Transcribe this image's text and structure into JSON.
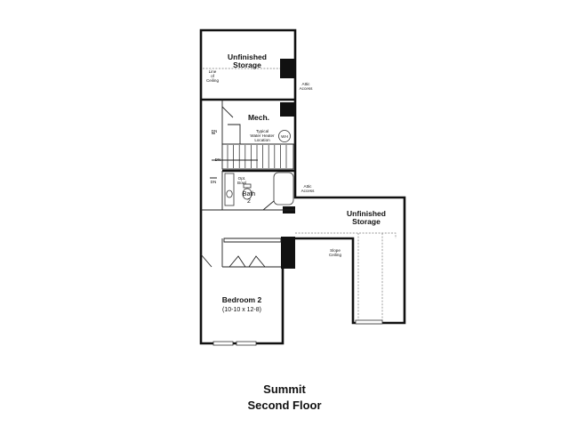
{
  "rooms": {
    "unfinished_storage_top": {
      "line1": "Unfinished",
      "line2": "Storage"
    },
    "line_of_ceiling": {
      "line1": "Line",
      "line2": "of",
      "line3": "Ceiling"
    },
    "attic_access_top": {
      "line1": "Attic",
      "line2": "Access"
    },
    "mech": "Mech.",
    "water_heater": {
      "line1": "Typical",
      "line2": "Water Heater",
      "line3": "Location",
      "badge": "WH"
    },
    "dn_labels": [
      "DN",
      "DN",
      "DN"
    ],
    "opt_bowl": {
      "line1": "Opt.",
      "line2": "Bowl"
    },
    "bath": {
      "line1": "Bath",
      "line2": "2"
    },
    "attic_access_mid": {
      "line1": "Attic",
      "line2": "Access"
    },
    "unfinished_storage_right": {
      "line1": "Unfinished",
      "line2": "Storage"
    },
    "slope_ceiling": {
      "line1": "Slope",
      "line2": "Ceiling"
    },
    "bedroom": {
      "name": "Bedroom 2",
      "dims": "(10-10 x 12-8)"
    }
  },
  "caption": {
    "model": "Summit",
    "floor": "Second Floor"
  }
}
